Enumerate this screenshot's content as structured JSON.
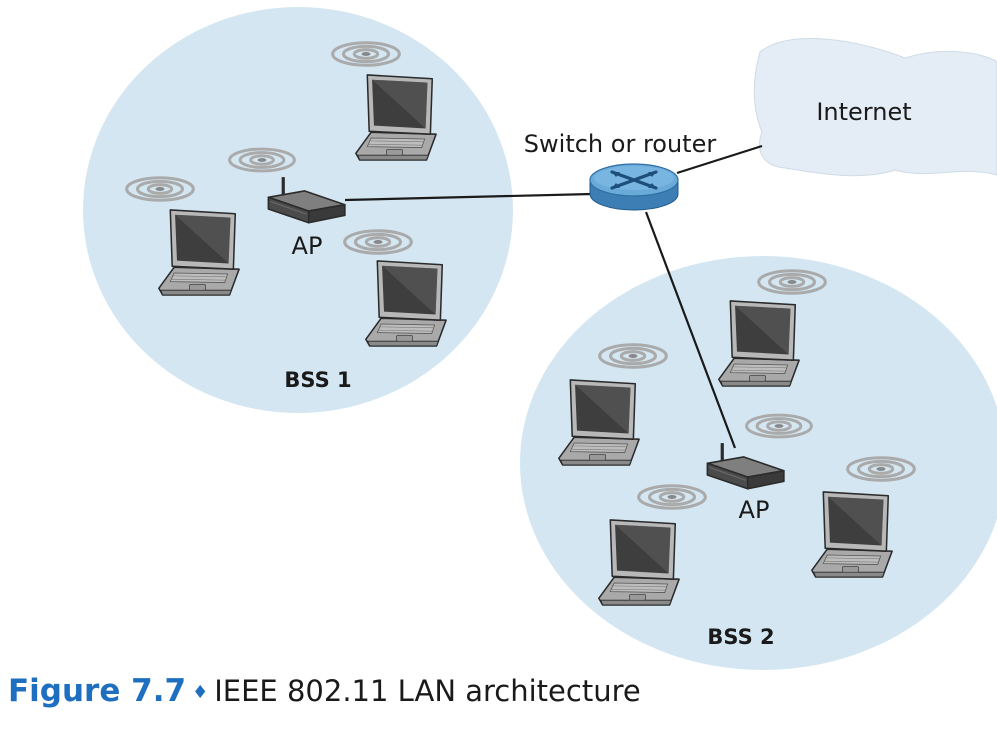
{
  "labels": {
    "internet": "Internet",
    "switch": "Switch or router",
    "ap1": "AP",
    "ap2": "AP",
    "bss1": "BSS 1",
    "bss2": "BSS 2"
  },
  "caption": {
    "number": "Figure 7.7",
    "separator": "♦",
    "text": "IEEE 802.11 LAN architecture"
  },
  "colors": {
    "bss_fill": "#d3e6f2",
    "internet_fill": "#e4edf5",
    "switch_blue": "#6aaad8",
    "caption_accent": "#1f6fc0"
  },
  "icons": [
    "laptop-icon",
    "access-point-icon",
    "router-icon",
    "wifi-signal-icon",
    "cloud-icon"
  ]
}
